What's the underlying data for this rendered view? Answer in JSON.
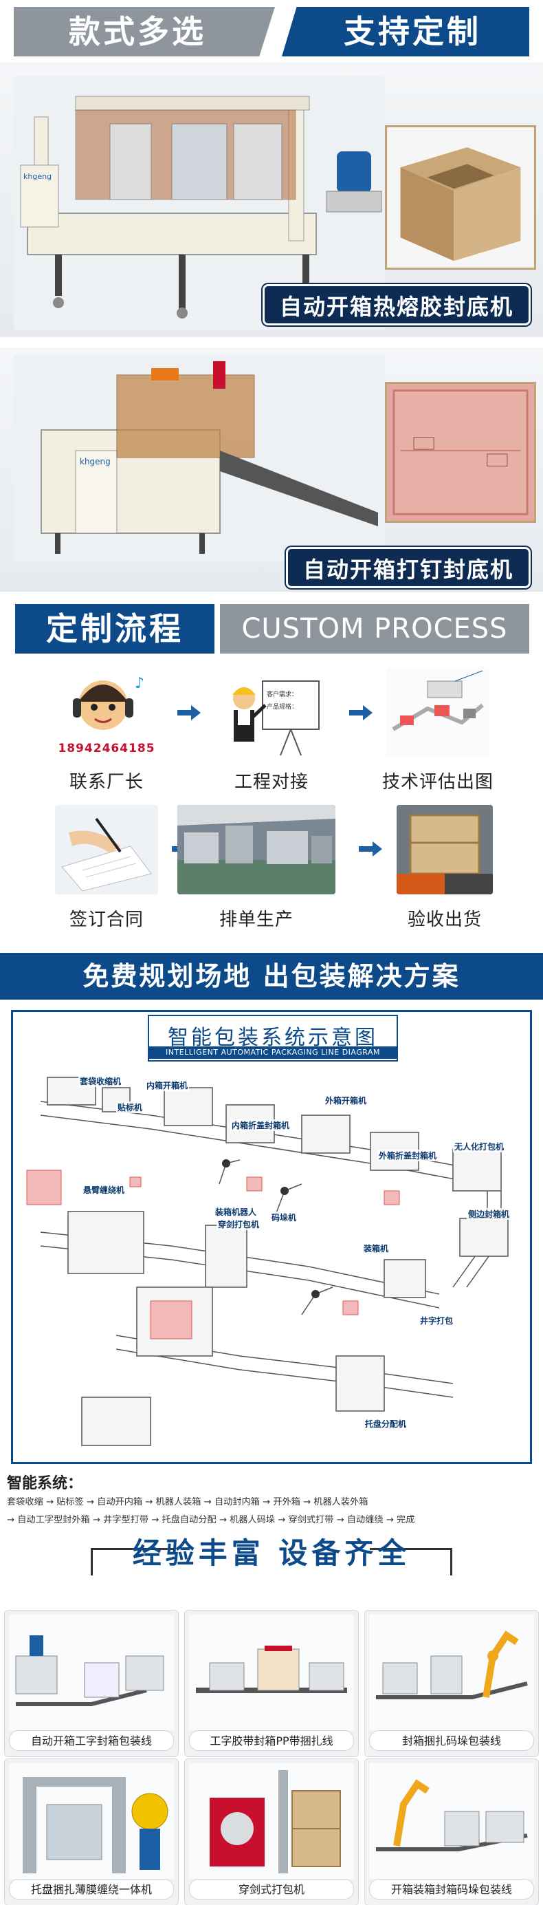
{
  "section1": {
    "banner_left": "款式多选",
    "banner_right": "支持定制",
    "machine1_label": "自动开箱热熔胶封底机",
    "machine2_label": "自动开箱打钉封底机",
    "machine_brand": "khgeng"
  },
  "section2": {
    "title": "定制流程",
    "title_en": "CUSTOM PROCESS",
    "phone": "18942464185",
    "steps": [
      {
        "label": "联系厂长"
      },
      {
        "label": "工程对接"
      },
      {
        "label": "技术评估出图"
      },
      {
        "label": "签订合同"
      },
      {
        "label": "排单生产"
      },
      {
        "label": "验收出货"
      }
    ],
    "board_line1": "客户需求：",
    "board_line2": "产品规格："
  },
  "section3": {
    "banner": "免费规划场地 出包装解决方案",
    "diagram_title": "智能包装系统示意图",
    "diagram_subtitle": "INTELLIGENT AUTOMATIC PACKAGING LINE DIAGRAM",
    "labels": {
      "l1": "套袋收缩机",
      "l2": "贴标机",
      "l3": "内箱开箱机",
      "l4": "内箱折盖封箱机",
      "l5": "外箱开箱机",
      "l6": "外箱折盖封箱机",
      "l7": "无人化打包机",
      "l8": "悬臂缠绕机",
      "l9": "装箱机器人",
      "l10": "穿剑打包机",
      "l11": "码垛机",
      "l12": "装箱机",
      "l13": "侧边封箱机",
      "l14": "井字打包",
      "l15": "托盘分配机"
    },
    "system_title": "智能系统：",
    "system_line1": "套袋收缩 → 贴标签 → 自动开内箱 → 机器人装箱 → 自动封内箱 → 开外箱 → 机器人装外箱",
    "system_line2": "→ 自动工字型封外箱 → 井字型打带 → 托盘自动分配 → 机器人码垛 → 穿剑式打带 → 自动缠绕 → 完成"
  },
  "section4": {
    "title": "经验丰富  设备齐全",
    "cards": [
      {
        "label": "自动开箱工字封箱包装线"
      },
      {
        "label": "工字胶带封箱PP带捆扎线"
      },
      {
        "label": "封箱捆扎码垛包装线"
      },
      {
        "label": "托盘捆扎薄膜缠绕一体机"
      },
      {
        "label": "穿剑式打包机"
      },
      {
        "label": "开箱装箱封箱码垛包装线"
      }
    ]
  },
  "colors": {
    "brand_blue": "#0d4a8a",
    "dark_navy": "#0e2c53",
    "grey": "#8f959c",
    "accent_red": "#c8102e",
    "safety_orange": "#e87a1c"
  }
}
